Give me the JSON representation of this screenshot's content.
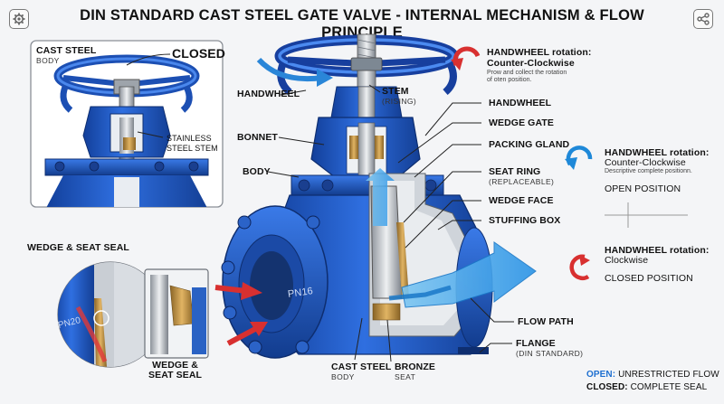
{
  "title": "DIN STANDARD CAST STEEL GATE VALVE - INTERNAL MECHANISM & FLOW PRINCIPLE",
  "toolbar": {
    "settings_icon": "gear-icon",
    "share_icon": "share-icon"
  },
  "inset_closed": {
    "material": "CAST STEEL",
    "material_sub": "BODY",
    "state": "CLOSED",
    "stem_label": "STAINLESS",
    "stem_label_2": "STEEL STEM"
  },
  "labels": {
    "handwheel_left": "HANDWHEEL",
    "bonnet": "BONNET",
    "body": "BODY",
    "stem": "STEM",
    "stem_sub": "(RISING)",
    "handwheel_right": "HANDWHEEL",
    "wedge_gate": "WEDGE GATE",
    "packing_gland": "PACKING GLAND",
    "seat_ring": "SEAT RING",
    "seat_ring_sub": "(REPLACEABLE)",
    "wedge_face": "WEDGE FACE",
    "stuffing_box": "STUFFING BOX",
    "flow_path": "FLOW PATH",
    "flange": "FLANGE",
    "flange_sub": "(DIN STANDARD)",
    "cast_steel": "CAST STEEL",
    "cast_steel_sub": "BODY",
    "bronze": "BRONZE",
    "bronze_sub": "SEAT",
    "pn_main": "PN16"
  },
  "top_note": {
    "line1": "HANDWHEEL rotation:",
    "line2": "Counter-Clockwise",
    "small1": "Prow and collect the rotation",
    "small2": "of oten position."
  },
  "open_panel": {
    "line1": "HANDWHEEL rotation:",
    "line2": "Counter-Clockwise",
    "small": "Descriptive complete positionn.",
    "state": "OPEN POSITION",
    "color": "#1e88d8"
  },
  "closed_panel": {
    "line1": "HANDWHEEL rotation:",
    "line2": "Clockwise",
    "state": "CLOSED POSITION",
    "color": "#d83030"
  },
  "seal_inset": {
    "title": "WEDGE & SEAT SEAL",
    "pn": "PN20",
    "zoom1": "WEDGE &",
    "zoom2": "SEAT SEAL"
  },
  "legend": {
    "open_key": "OPEN:",
    "open_val": "UNRESTRICTED FLOW",
    "closed_key": "CLOSED:",
    "closed_val": "COMPLETE SEAL",
    "open_color": "#1e6fd0",
    "closed_color": "#111111"
  }
}
